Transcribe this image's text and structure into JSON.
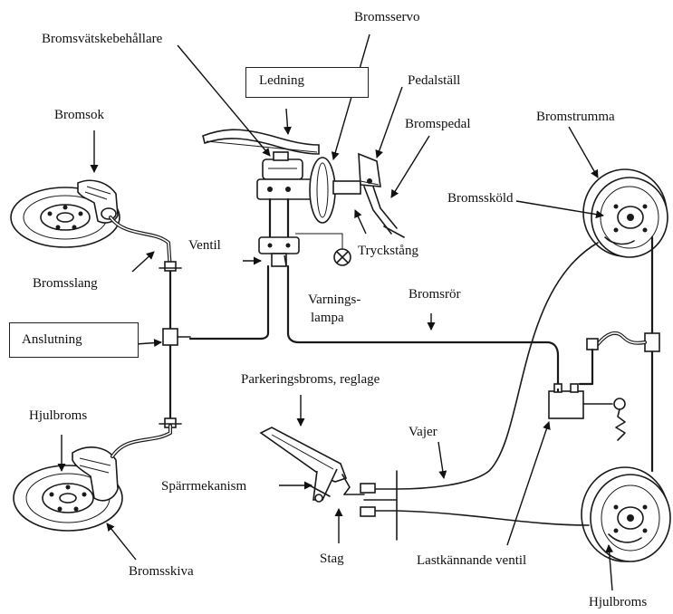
{
  "labels": {
    "bromsservo": "Bromsservo",
    "bromsvatskebehallare": "Bromsvätskebehållare",
    "ledning": "Ledning",
    "pedalstall": "Pedalställ",
    "bromsok": "Bromsok",
    "bromspedal": "Bromspedal",
    "bromstrumma": "Bromstrumma",
    "bromsskold": "Bromssköld",
    "ventil": "Ventil",
    "tryckstang": "Tryckstång",
    "bromsslang": "Bromsslang",
    "varningslampa_1": "Varnings-",
    "varningslampa_2": "lampa",
    "bromsror": "Bromsrör",
    "anslutning": "Anslutning",
    "parkeringsbroms": "Parkeringsbroms, reglage",
    "hjulbroms_left": "Hjulbroms",
    "vajer": "Vajer",
    "sparrmekanism": "Spärrmekanism",
    "stag": "Stag",
    "bromsskiva": "Bromsskiva",
    "lastkannande_ventil": "Lastkännande ventil",
    "hjulbroms_right": "Hjulbroms"
  }
}
